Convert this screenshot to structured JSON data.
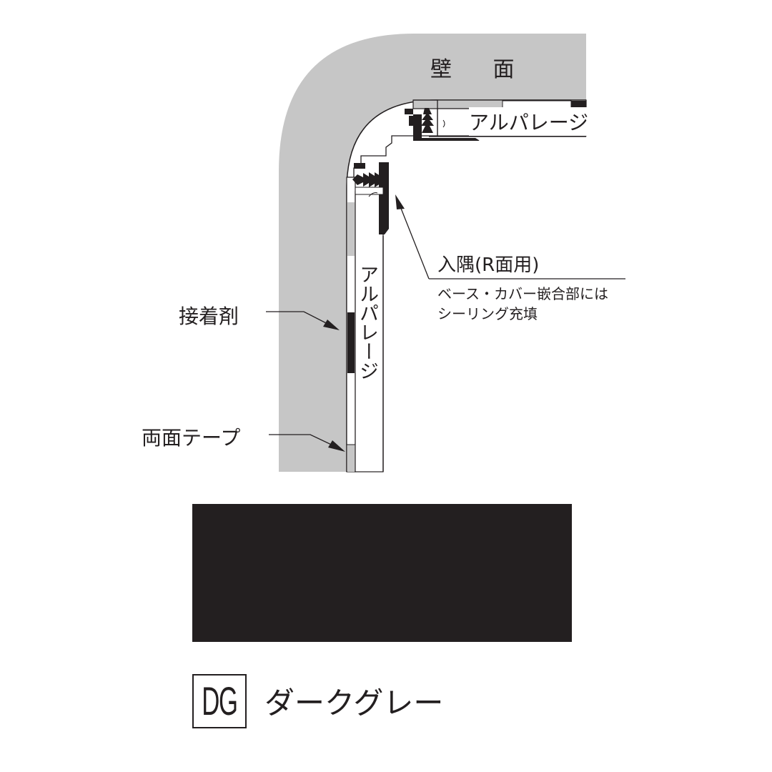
{
  "diagram": {
    "wall_label": "壁 面",
    "top_profile_label": "アルパレージ",
    "vertical_profile_label": "アルパレージ",
    "callouts": {
      "corner_title": "入隅(R面用)",
      "corner_note_line1": "ベース・カバー嵌合部には",
      "corner_note_line2": "シーリング充填",
      "adhesive": "接着剤",
      "double_sided_tape": "両面テープ"
    },
    "colors": {
      "wall": "#c6c6c6",
      "profile_dark": "#231f20",
      "line": "#231f20",
      "background": "#ffffff"
    }
  },
  "swatch": {
    "code": "DG",
    "name": "ダークグレー",
    "color": "#231f20"
  }
}
